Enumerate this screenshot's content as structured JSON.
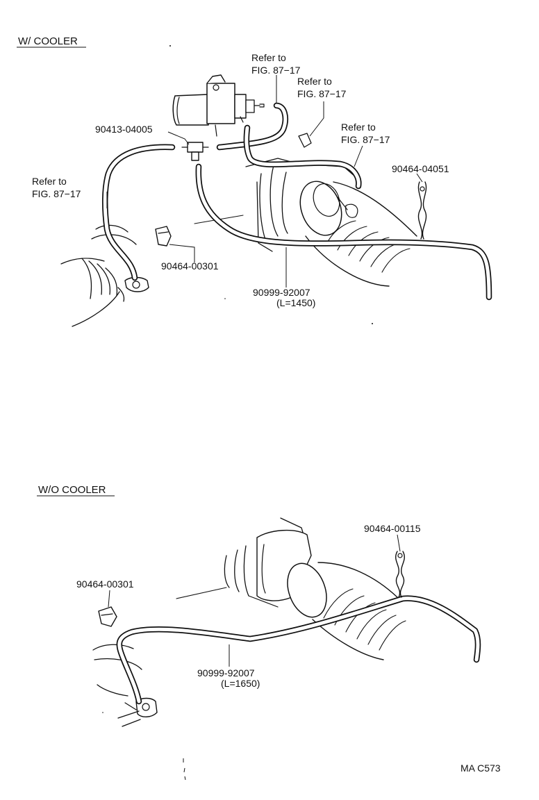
{
  "sections": {
    "with_cooler": {
      "title": "W/ COOLER",
      "labels": {
        "refer_1": [
          "Refer to",
          "FIG. 87−17"
        ],
        "refer_2": [
          "Refer to",
          "FIG. 87−17"
        ],
        "refer_3": [
          "Refer to",
          "FIG. 87−17"
        ],
        "refer_4": [
          "Refer to",
          "FIG. 87−17"
        ],
        "tee_part": "90413-04005",
        "clip_top": "90464-04051",
        "clip_left": "90464-00301",
        "hose_part": "90999-92007",
        "hose_length": "(L=1450)"
      }
    },
    "without_cooler": {
      "title": "W/O COOLER",
      "labels": {
        "clip_top": "90464-00115",
        "clip_left": "90464-00301",
        "hose_part": "90999-92007",
        "hose_length": "(L=1650)"
      }
    }
  },
  "figure_code": "MA C573"
}
